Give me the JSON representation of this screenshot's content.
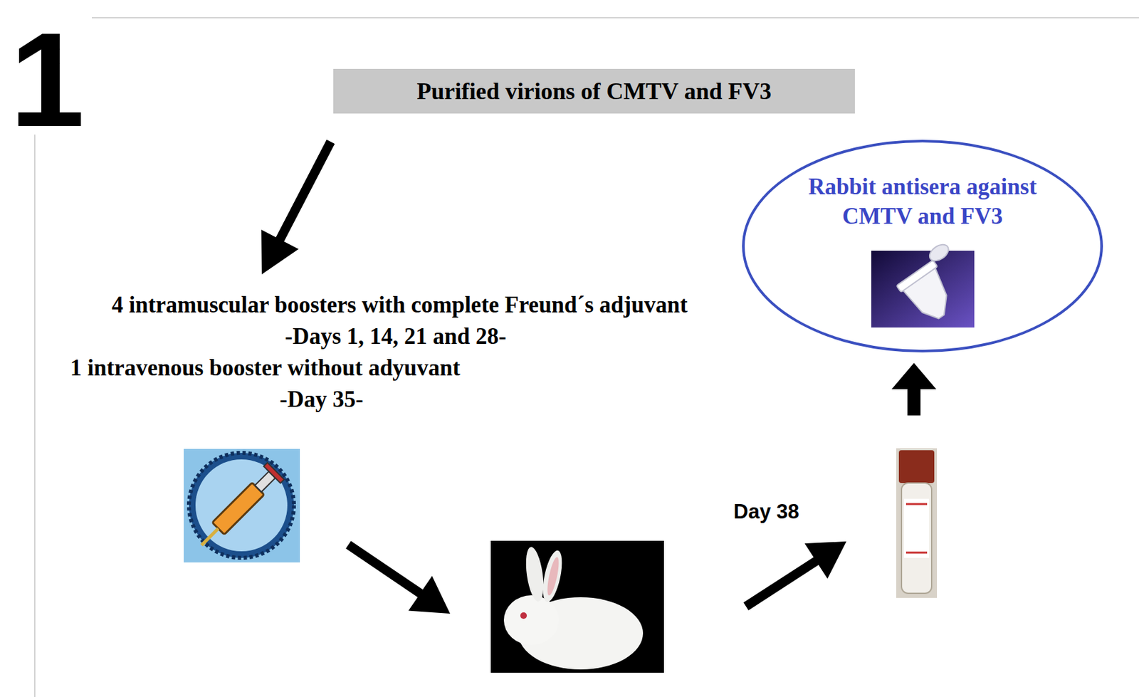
{
  "diagram": {
    "nodes": [
      {
        "text": [
          "Purified virions of CMTV and FV3"
        ]
      },
      {
        "text": [
          "Rabbit antisera against CMTV and FV3"
        ]
      }
    ],
    "labels": [
      "1",
      "4 intramuscular boosters with complete Freund´s adjuvant",
      "-Days 1, 14, 21 and 28-",
      "1 intravenous booster without adyuvant",
      "-Day 35-",
      "Day 38"
    ]
  }
}
